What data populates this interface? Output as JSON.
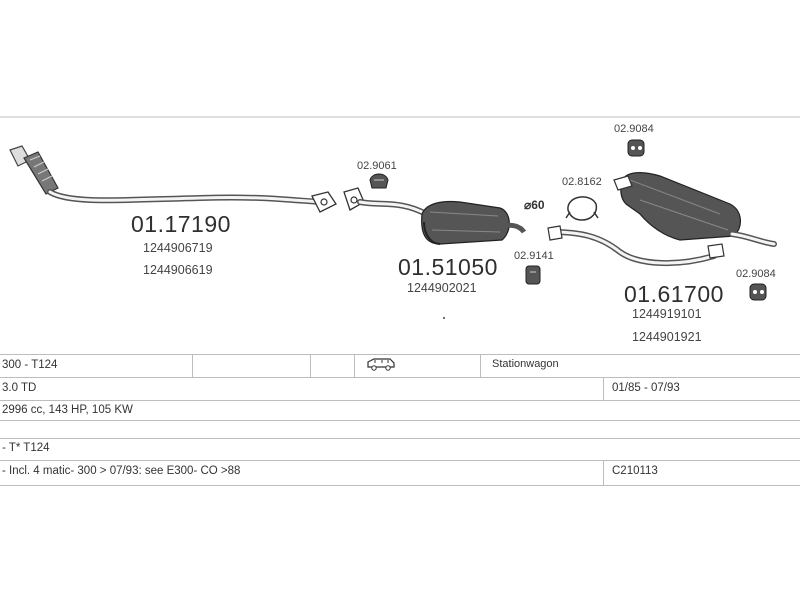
{
  "parts": {
    "front_pipe": {
      "code": "01.17190",
      "oe": [
        "1244906719",
        "1244906619"
      ]
    },
    "middle_silencer": {
      "code": "01.51050",
      "oe": [
        "1244902021"
      ]
    },
    "rear_silencer": {
      "code": "01.61700",
      "oe": [
        "1244919101",
        "1244901921"
      ]
    },
    "rubber_mount_top": "02.9084",
    "rubber_mount_right": "02.9084",
    "clamp_top": "02.8162",
    "gasket": "02.9061",
    "mount_middle": "02.9141",
    "pipe_diameter": "⌀60"
  },
  "table": {
    "row1": {
      "model": "300 - T124",
      "body": "Stationwagon",
      "icon": "station-wagon-car-icon"
    },
    "row2": {
      "engine": "3.0 TD",
      "years": "01/85 - 07/93"
    },
    "row3": {
      "spec": "2996 cc, 143 HP, 105 KW"
    },
    "row4": {
      "note": "- T* T124"
    },
    "row5": {
      "note": "- Incl. 4 matic- 300 > 07/93: see E300- CO >88",
      "ref": "C210113"
    }
  },
  "colors": {
    "line": "#bdbdbd",
    "part_fill": "#555555",
    "part_dark": "#2a2a2a"
  }
}
